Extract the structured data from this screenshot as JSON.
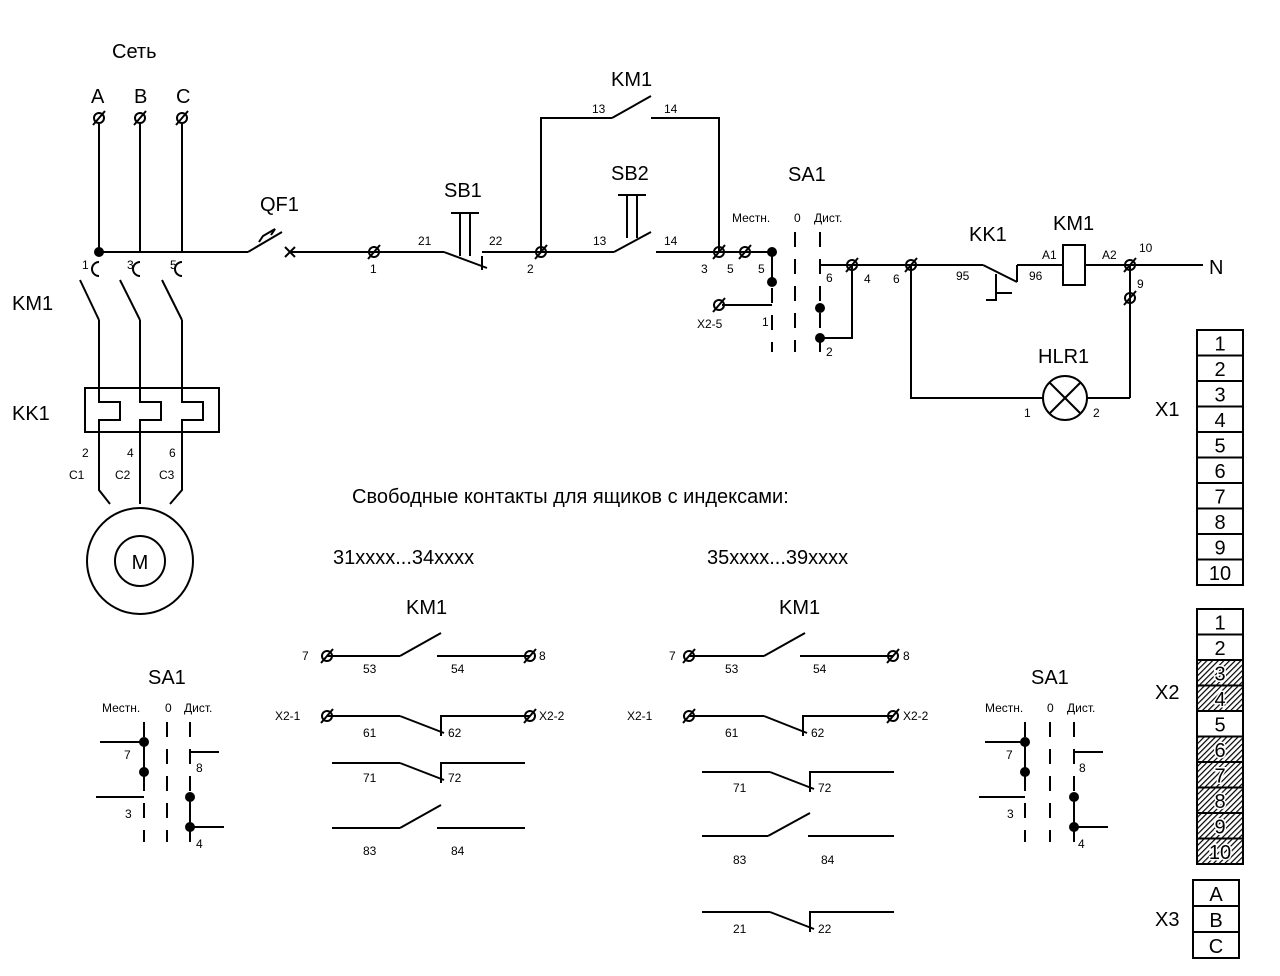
{
  "network": {
    "title": "Сеть",
    "phases": [
      "A",
      "B",
      "C"
    ],
    "terminals": [
      "1",
      "3",
      "5"
    ],
    "outputs": [
      "2",
      "4",
      "6"
    ],
    "motor_leads": [
      "C1",
      "C2",
      "C3"
    ]
  },
  "devices": {
    "km1": "KM1",
    "kk1": "KK1",
    "qf1": "QF1",
    "sb1": "SB1",
    "sb2": "SB2",
    "sa1": "SA1",
    "hlr1": "HLR1",
    "motor": "M",
    "neutral": "N"
  },
  "sa1_positions": {
    "local": "Местн.",
    "zero": "0",
    "remote": "Дист."
  },
  "control_numbers": {
    "n1": "1",
    "n2": "2",
    "n3": "3",
    "n4": "4",
    "n5a": "5",
    "n5b": "5",
    "n6a": "6",
    "n6b": "6",
    "n9": "9",
    "n10": "10",
    "c13": "13",
    "c14": "14",
    "c21": "21",
    "c22": "22",
    "k13": "13",
    "k14": "14",
    "k95": "95",
    "k96": "96",
    "a1": "A1",
    "a2": "A2",
    "sa_x25": "X2-5",
    "sa_1": "1",
    "sa_2": "2",
    "h1": "1",
    "h2": "2"
  },
  "caption": "Свободные контакты для ящиков с индексами:",
  "group_left": {
    "range": "31xxxx...34xxxx",
    "title": "KM1",
    "t7": "7",
    "t8": "8",
    "x21": "X2-1",
    "x22": "X2-2",
    "c53": "53",
    "c54": "54",
    "c61": "61",
    "c62": "62",
    "c71": "71",
    "c72": "72",
    "c83": "83",
    "c84": "84"
  },
  "group_right": {
    "range": "35xxxx...39xxxx",
    "title": "KM1",
    "t7": "7",
    "t8": "8",
    "x21": "X2-1",
    "x22": "X2-2",
    "c53": "53",
    "c54": "54",
    "c61": "61",
    "c62": "62",
    "c71": "71",
    "c72": "72",
    "c83": "83",
    "c84": "84",
    "c21": "21",
    "c22": "22"
  },
  "sa1_left": {
    "title": "SA1",
    "local": "Местн.",
    "zero": "0",
    "remote": "Дист.",
    "c7": "7",
    "c8": "8",
    "c3": "3",
    "c4": "4"
  },
  "sa1_right": {
    "title": "SA1",
    "local": "Местн.",
    "zero": "0",
    "remote": "Дист.",
    "c7": "7",
    "c8": "8",
    "c3": "3",
    "c4": "4"
  },
  "terminal_blocks": [
    {
      "name": "X1",
      "cells": [
        "1",
        "2",
        "3",
        "4",
        "5",
        "6",
        "7",
        "8",
        "9",
        "10"
      ],
      "hatched": []
    },
    {
      "name": "X2",
      "cells": [
        "1",
        "2",
        "3",
        "4",
        "5",
        "6",
        "7",
        "8",
        "9",
        "10"
      ],
      "hatched": [
        "3",
        "4",
        "6",
        "7",
        "8",
        "9",
        "10"
      ]
    },
    {
      "name": "X3",
      "cells": [
        "A",
        "B",
        "C"
      ],
      "hatched": []
    }
  ]
}
